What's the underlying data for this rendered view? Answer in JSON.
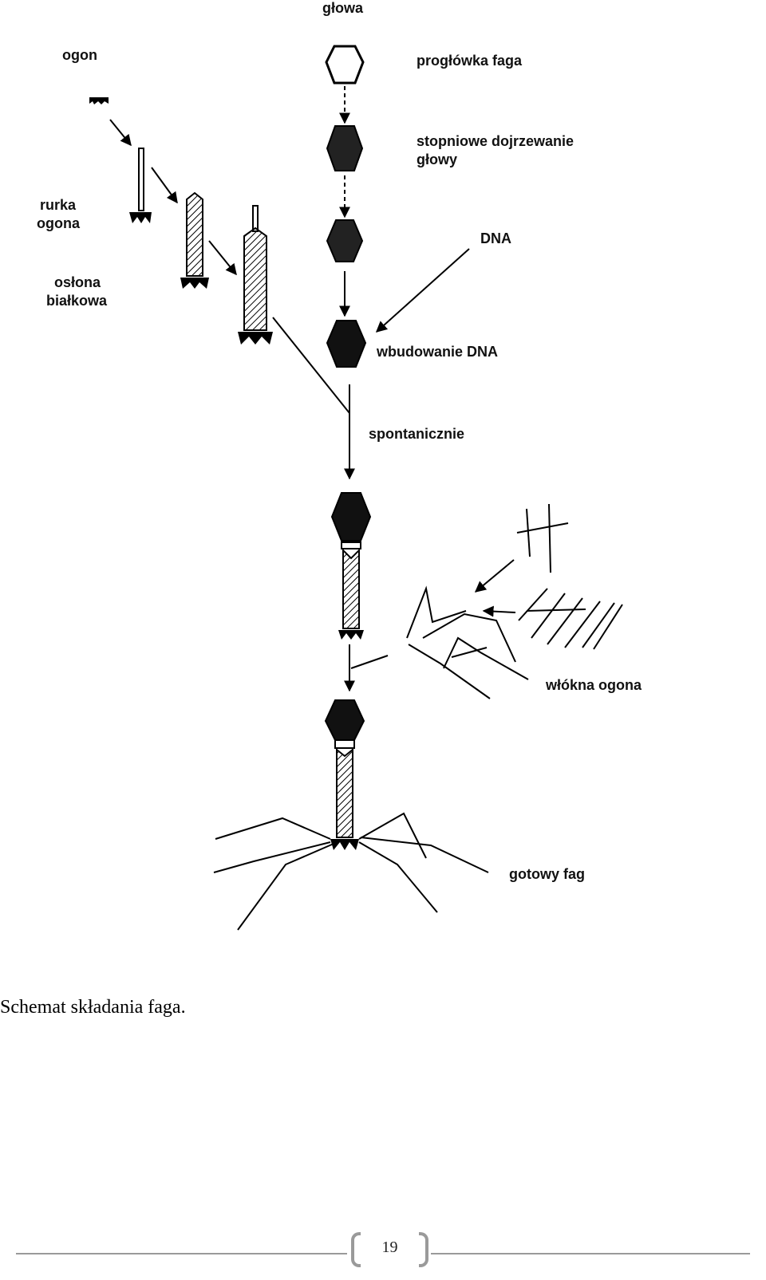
{
  "diagram": {
    "labels": {
      "glowa": "głowa",
      "ogon": "ogon",
      "proglowka": "progłówka faga",
      "stopniowe_line1": "stopniowe dojrzewanie",
      "stopniowe_line2": "głowy",
      "rurka_line1": "rurka",
      "rurka_line2": "ogona",
      "dna": "DNA",
      "oslona_line1": "osłona",
      "oslona_line2": "białkowa",
      "wbudowanie": "wbudowanie DNA",
      "spontanicznie": "spontanicznie",
      "wlokna": "włókna ogona",
      "gotowy": "gotowy fag"
    }
  },
  "caption": "Schemat składania faga.",
  "footer": {
    "page_number": "19"
  }
}
